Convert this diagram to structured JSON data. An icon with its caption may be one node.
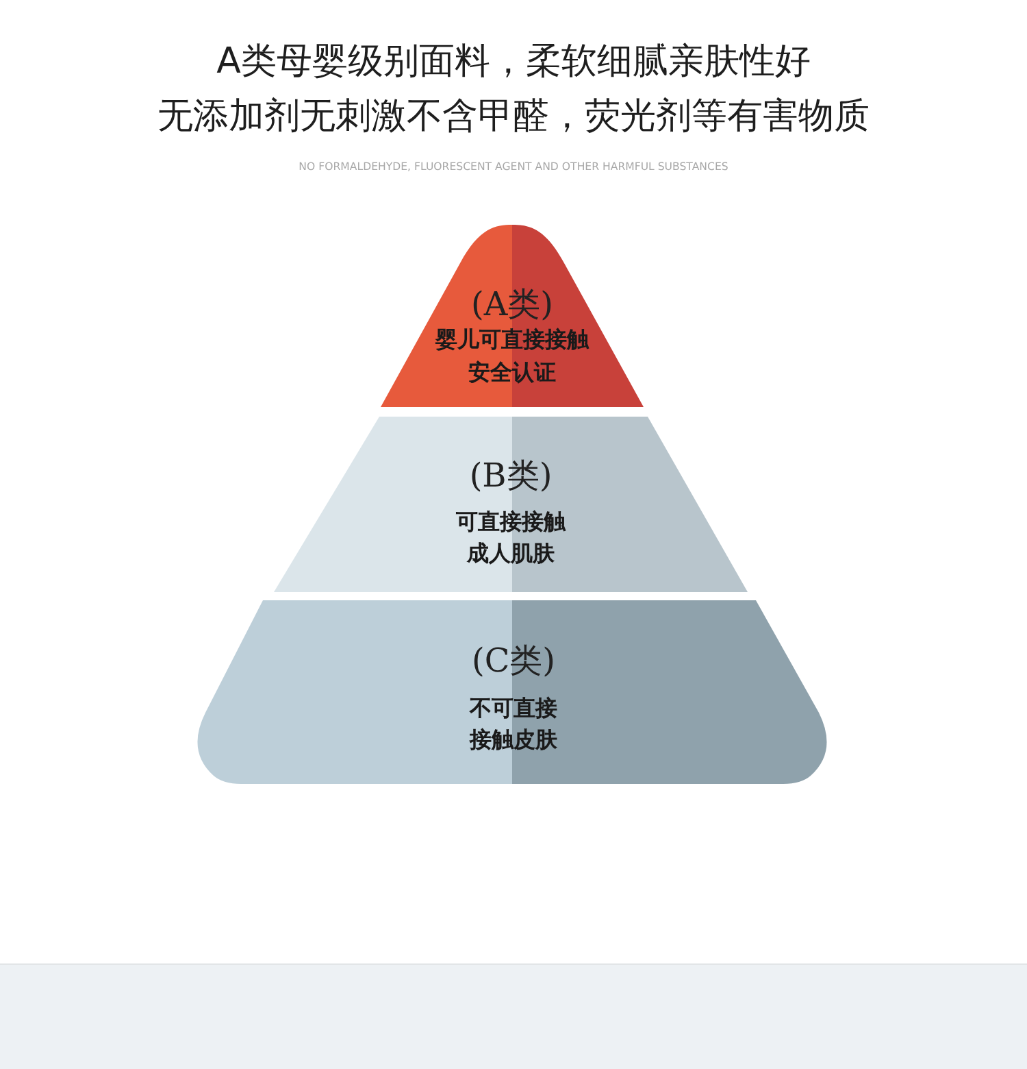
{
  "diagram": {
    "title": "A类母婴级别面料，柔软细腻亲肤性好",
    "nodes": [
      {
        "text": [
          "(A类)",
          "婴儿可直接接触安全认证"
        ]
      },
      {
        "text": [
          "(B类)",
          "可直接接触成人肌肤"
        ]
      },
      {
        "text": [
          "(C类)",
          "不可直接接触皮肤"
        ]
      }
    ],
    "labels": [
      "无添加剂无刺激不含甲醛，荧光剂等有害物质",
      "NO FORMALDEHYDE, FLUORESCENT AGENT AND OTHER HARMFUL SUBSTANCES"
    ]
  }
}
